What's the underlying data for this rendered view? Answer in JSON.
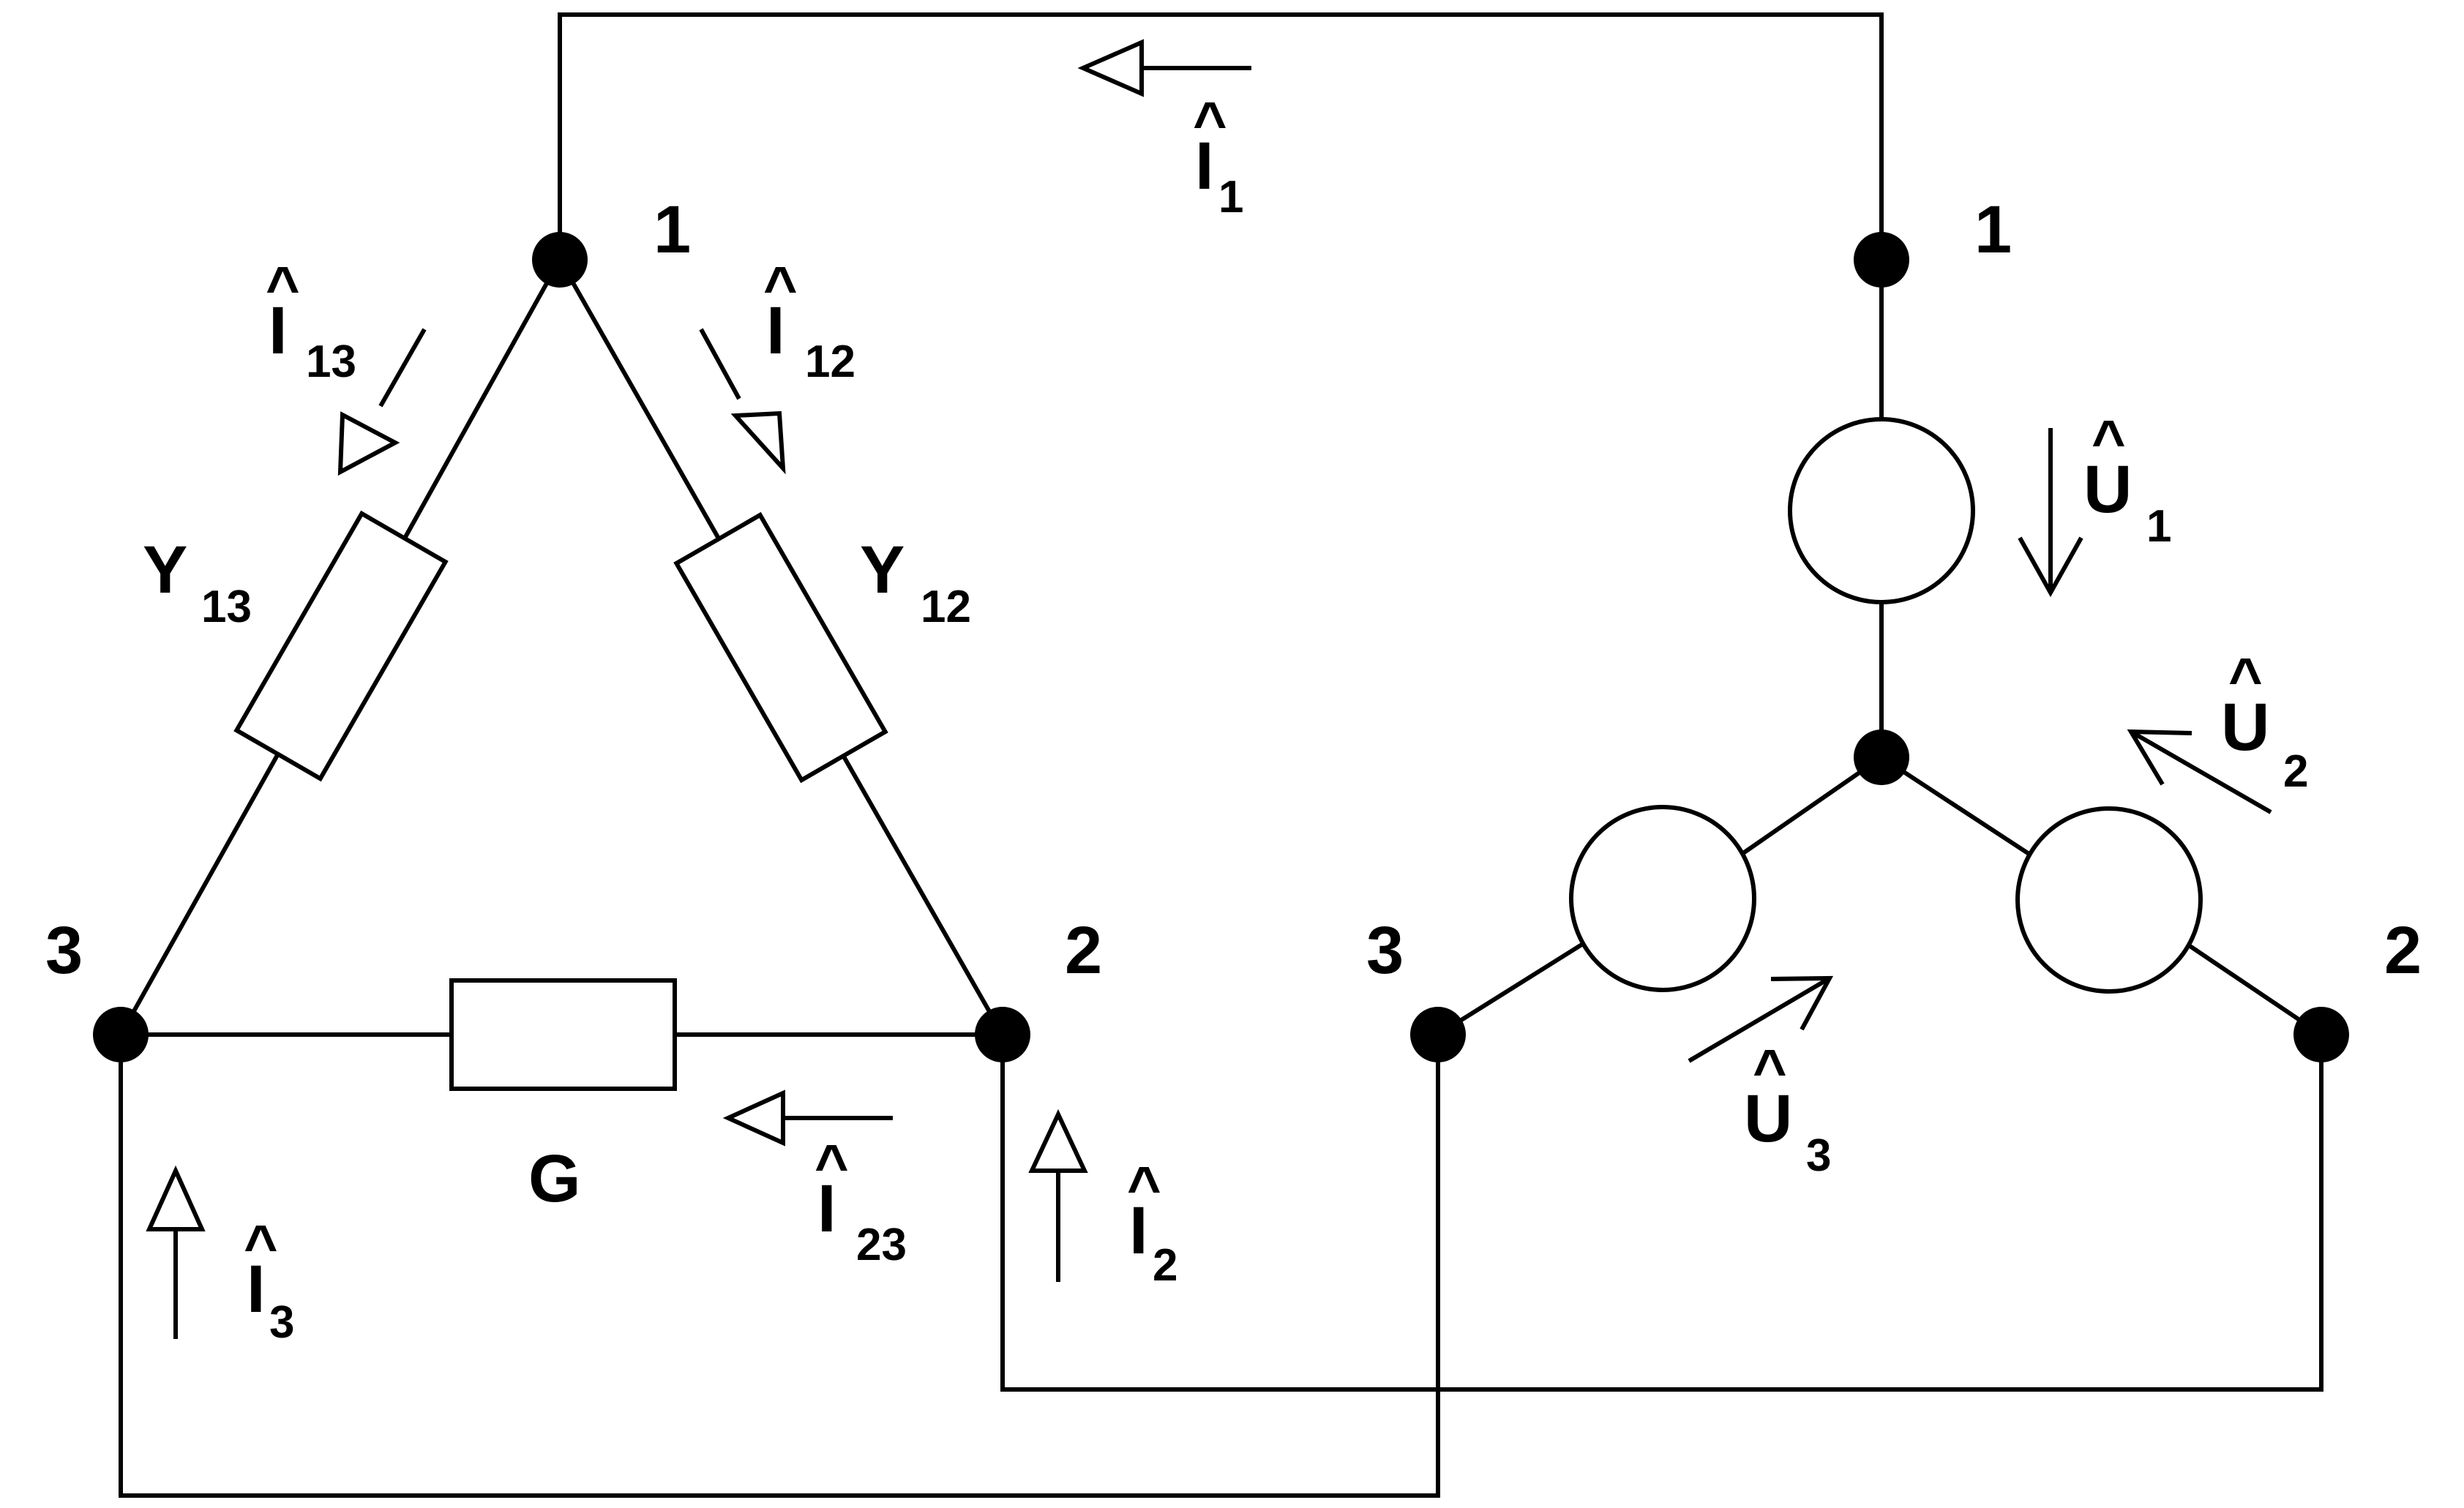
{
  "nodes": {
    "delta_1": "1",
    "delta_2": "2",
    "delta_3": "3",
    "star_1": "1",
    "star_2": "2",
    "star_3": "3"
  },
  "elements": {
    "y12": {
      "symbol": "Y",
      "sub": "12"
    },
    "y13": {
      "symbol": "Y",
      "sub": "13"
    },
    "g": {
      "symbol": "G"
    }
  },
  "currents": {
    "i1": {
      "symbol": "I",
      "hat": "^",
      "sub": "1"
    },
    "i2": {
      "symbol": "I",
      "hat": "^",
      "sub": "2"
    },
    "i3": {
      "symbol": "I",
      "hat": "^",
      "sub": "3"
    },
    "i12": {
      "symbol": "I",
      "hat": "^",
      "sub": "12"
    },
    "i13": {
      "symbol": "I",
      "hat": "^",
      "sub": "13"
    },
    "i23": {
      "symbol": "I",
      "hat": "^",
      "sub": "23"
    }
  },
  "voltages": {
    "u1": {
      "symbol": "U",
      "hat": "^",
      "sub": "1"
    },
    "u2": {
      "symbol": "U",
      "hat": "^",
      "sub": "2"
    },
    "u3": {
      "symbol": "U",
      "hat": "^",
      "sub": "3"
    }
  }
}
